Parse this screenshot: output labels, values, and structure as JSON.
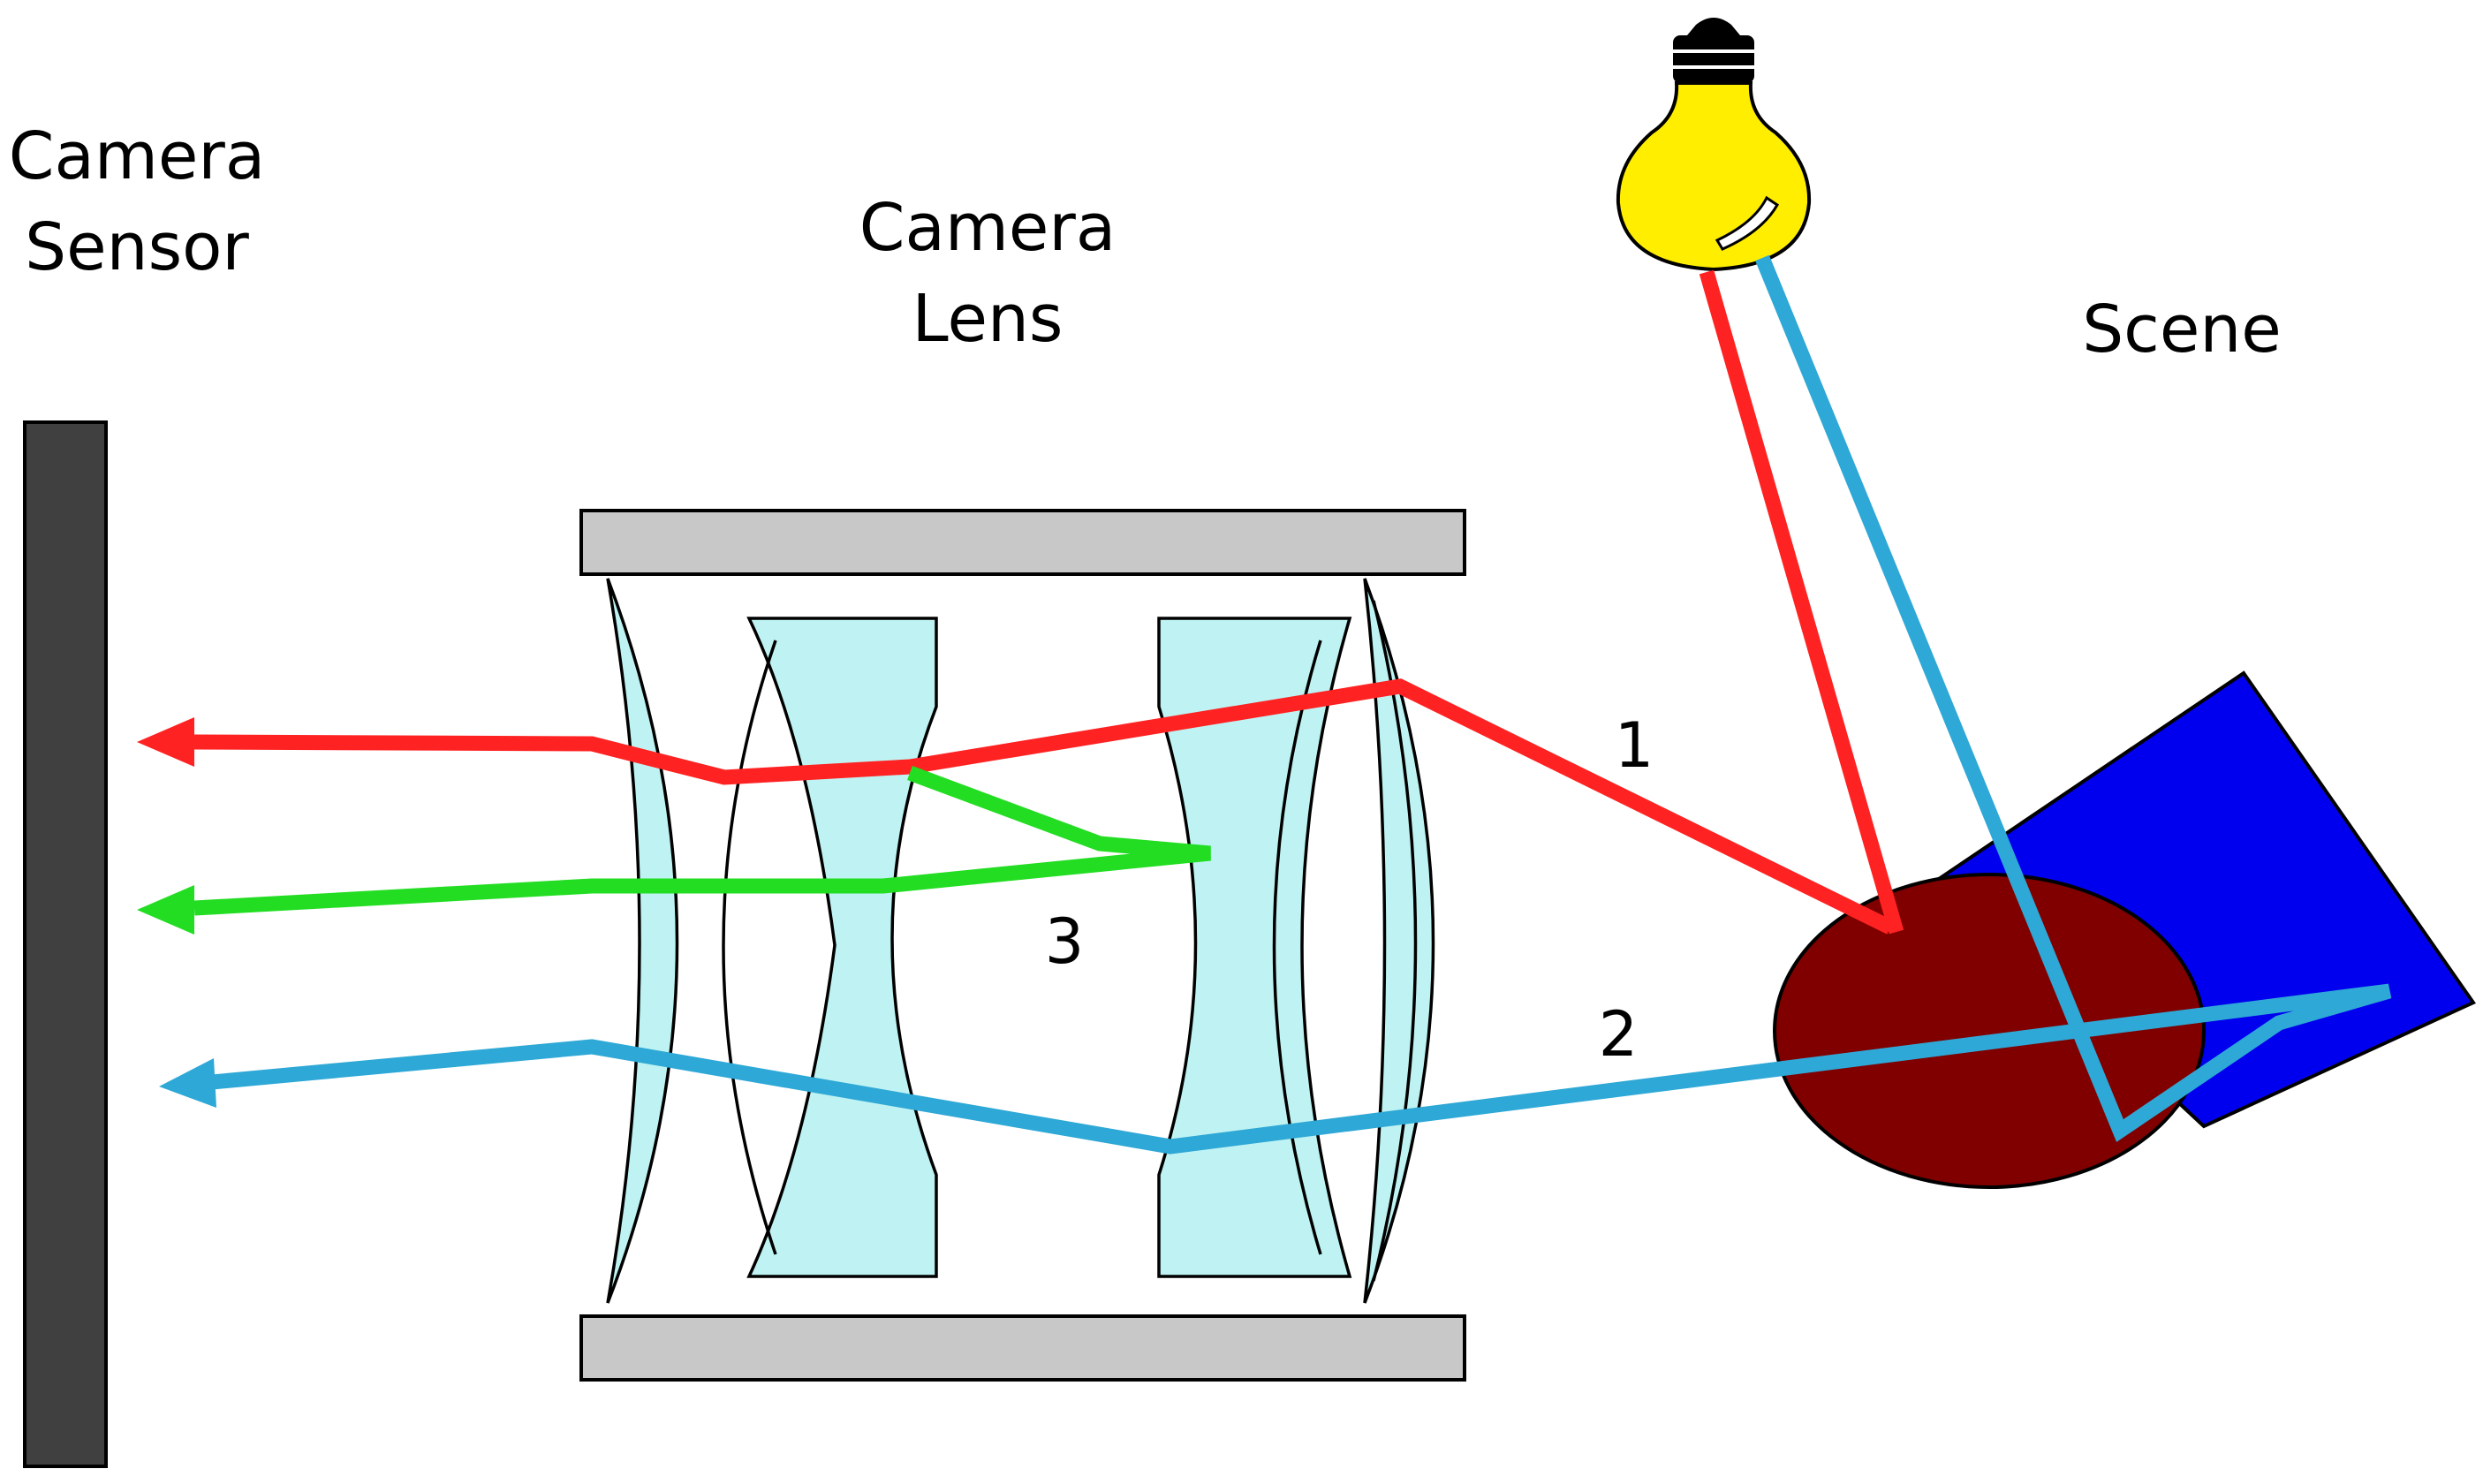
{
  "labels": {
    "sensor_line1": "Camera",
    "sensor_line2": "Sensor",
    "lens_line1": "Camera",
    "lens_line2": "Lens",
    "scene": "Scene"
  },
  "rays": [
    {
      "id": "1",
      "label": "1",
      "color": "#ff2222"
    },
    {
      "id": "2",
      "label": "2",
      "color": "#2ea8d6"
    },
    {
      "id": "3",
      "label": "3",
      "color": "#22dd22"
    }
  ],
  "colors": {
    "sensor": "#404040",
    "lens_barrel": "#c8c8c8",
    "lens_glass": "#bff3f3",
    "bulb": "#ffee00",
    "ellipse_object": "#800000",
    "square_object": "#0000ee"
  }
}
